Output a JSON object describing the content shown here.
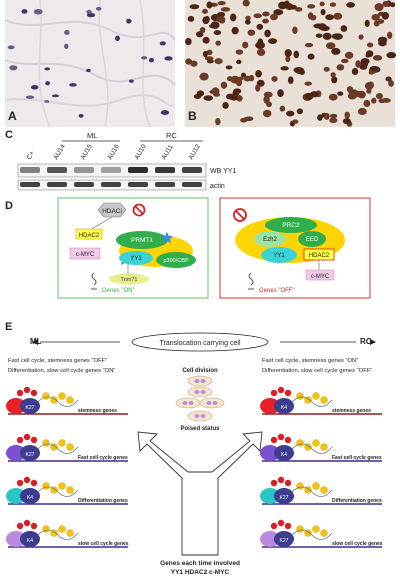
{
  "panel_labels": {
    "a": "A",
    "b": "B",
    "c": "C",
    "d": "D",
    "e": "E"
  },
  "blot": {
    "lanes": [
      "C+",
      "AU14",
      "AU15",
      "AU16",
      "AU10",
      "AU11",
      "AU12"
    ],
    "group_ml": "ML",
    "group_rc": "RC",
    "row_labels": [
      "WB YY1",
      "actin"
    ]
  },
  "panel_d": {
    "left": {
      "hdaci": "HDACi",
      "hdac2": "HDAC2",
      "prmt1": "PRMT1",
      "cmyc": "c-MYC",
      "yy1": "YY1",
      "p300": "p300/CBP",
      "trim71": "Trim71",
      "genes": "Genes \"ON\""
    },
    "right": {
      "prc2": "PRC2",
      "ezh2": "Ezh2",
      "eed": "EED",
      "yy1": "YY1",
      "hdac2": "HDAC2",
      "cmyc": "c-MYC",
      "genes": "Genes \"OFF\""
    }
  },
  "panel_e": {
    "ml_title": "ML",
    "rc_title": "RC",
    "center_title": "Translocation carrying cell",
    "ml_line1": "Fast cell cycle, stemness genes \"OFF\"",
    "ml_line2": "Differentiation, slow cell cycle genes \"ON\"",
    "rc_line1": "Fast cell cycle, stemness genes \"ON\"",
    "rc_line2": "Differentiation, slow cell cycle genes \"OFF\"",
    "cell_division": "Cell division",
    "poised": "Poised status",
    "gene_rows": [
      "stemness genes",
      "Fast cell cycle genes",
      "Differentiation genes",
      "slow cell cycle genes"
    ],
    "ml_marks": [
      "K27",
      "K27",
      "K4",
      "K4"
    ],
    "rc_marks": [
      "K4",
      "K4",
      "K27",
      "K27"
    ],
    "bottom_line1": "Genes each time involved",
    "bottom_line2": "YY1 HDAC2 c-MYC"
  }
}
